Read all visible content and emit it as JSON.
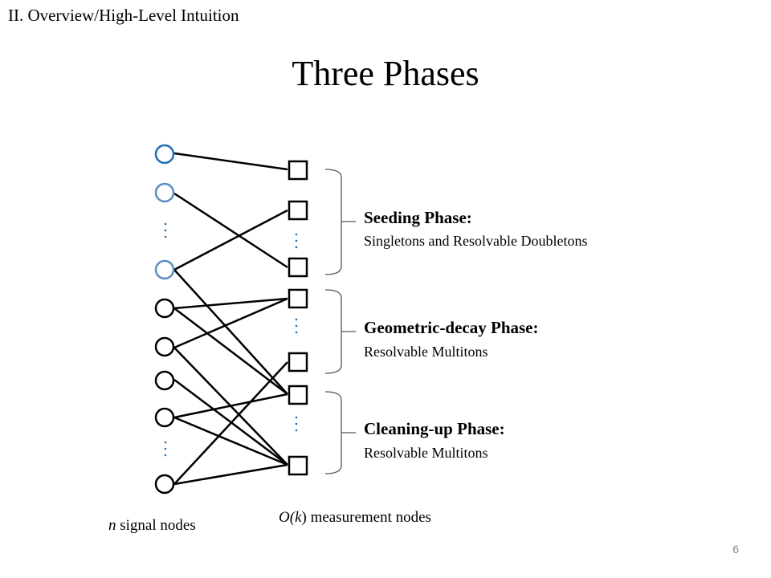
{
  "header": {
    "section": "II. Overview/High-Level Intuition"
  },
  "slide": {
    "title": "Three Phases",
    "page_number": "6"
  },
  "colors": {
    "signal_top": "#1f6db3",
    "signal_mid": "#5b8cc4",
    "signal_plain": "#000000",
    "bracket": "#555555"
  },
  "phases": [
    {
      "title": "Seeding Phase:",
      "description": "Singletons and Resolvable Doubletons"
    },
    {
      "title": "Geometric-decay Phase:",
      "description": "Resolvable Multitons"
    },
    {
      "title": "Cleaning-up Phase:",
      "description": "Resolvable Multitons"
    }
  ],
  "labels": {
    "signal_var": "n",
    "signal_text": " signal nodes",
    "meas_prefix": "O(",
    "meas_var": "k",
    "meas_suffix": ") measurement nodes"
  }
}
